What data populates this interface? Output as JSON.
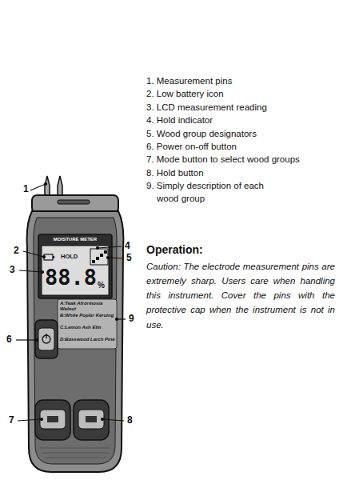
{
  "diagram": {
    "labels": [
      "1. Measurement pins",
      "2. Low battery icon",
      "3. LCD measurement reading",
      "4. Hold indicator",
      "5. Wood group designators",
      "6. Power on-off button",
      "7. Mode button to select wood groups",
      "8. Hold button",
      "9. Simply description of each wood group",
      "Operation:",
      "Caution: The electrode measurement pins are extremely sharp. Users care when handling this instrument. Cover the pins with the protective cap when the instrument is not in use.",
      "1",
      "2",
      "3",
      "4",
      "5",
      "6",
      "7",
      "8",
      "9",
      "MOISTURE METER",
      "HOLD",
      "88.8",
      "%",
      "A:Teak Afrormosia Walnut",
      "B:White Poplar Keruing",
      "C:Lemon Ash Elm",
      "D:Basswood Larch Pine"
    ]
  }
}
